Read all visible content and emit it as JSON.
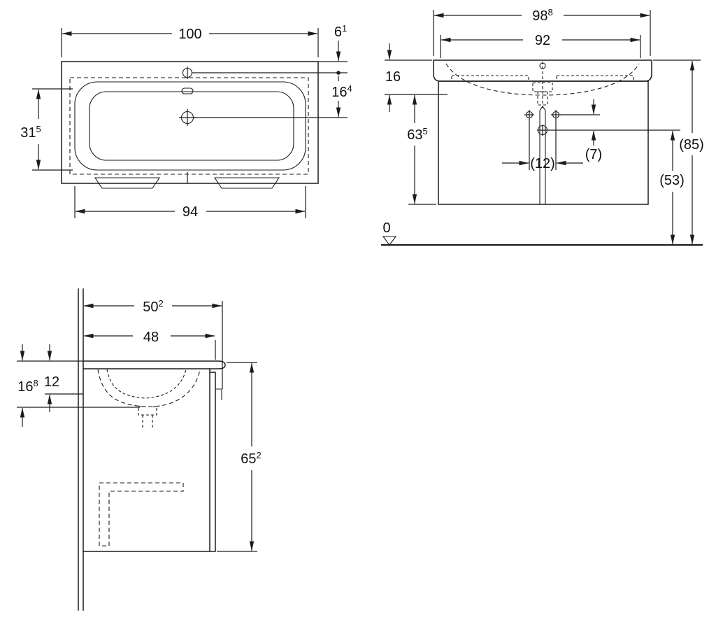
{
  "plan": {
    "width": {
      "v": "100",
      "s": ""
    },
    "tap_setback": {
      "v": "6",
      "s": "1"
    },
    "drain_setback": {
      "v": "16",
      "s": "4"
    },
    "depth": {
      "v": "31",
      "s": "5"
    },
    "lower_width": {
      "v": "94",
      "s": ""
    }
  },
  "front": {
    "total_width": {
      "v": "98",
      "s": "8"
    },
    "inner_width": {
      "v": "92",
      "s": ""
    },
    "basin_height": {
      "v": "16",
      "s": ""
    },
    "cabinet_height": {
      "v": "63",
      "s": "5"
    },
    "hole_spacing": {
      "v": "(12)",
      "s": ""
    },
    "hole_offset": {
      "v": "(7)",
      "s": ""
    },
    "overall_height": {
      "v": "(85)",
      "s": ""
    },
    "outlet_height": {
      "v": "(53)",
      "s": ""
    },
    "floor_level": {
      "v": "0",
      "s": ""
    }
  },
  "side": {
    "overall_depth": {
      "v": "50",
      "s": "2"
    },
    "cabinet_depth": {
      "v": "48",
      "s": ""
    },
    "basin_depth": {
      "v": "16",
      "s": "8"
    },
    "top_drop": {
      "v": "12",
      "s": ""
    },
    "unit_height": {
      "v": "65",
      "s": "2"
    }
  },
  "colors": {
    "line": "#1c1c1c",
    "background": "#ffffff"
  }
}
